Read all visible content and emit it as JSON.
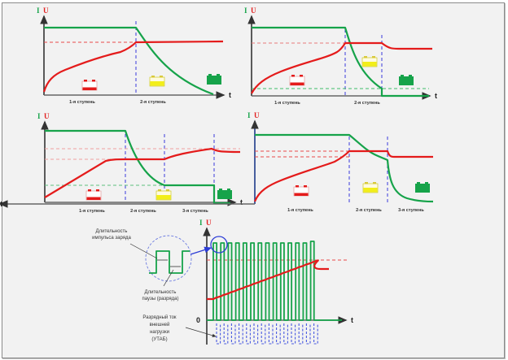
{
  "colors": {
    "current": "#16a34a",
    "voltage": "#e41b1b",
    "stage_divider": "#3b3bdc",
    "axis": "#333333",
    "battery_empty": "#e41b1b",
    "battery_half": "#f2ee1a",
    "battery_full": "#16a34a"
  },
  "axis_labels": {
    "current": "I",
    "voltage": "U",
    "time": "t",
    "zero": "0"
  },
  "chart_data": [
    {
      "type": "line",
      "title": "Two-stage charge (CC-CV)",
      "stages": [
        "1-я ступень",
        "2-я ступень"
      ],
      "series": [
        {
          "name": "I",
          "description": "constant then exponential decay"
        },
        {
          "name": "U",
          "description": "rising then constant at limit"
        }
      ],
      "batteries": [
        "empty",
        "half",
        "full"
      ]
    },
    {
      "type": "line",
      "title": "Two-stage charge with cut-off and float voltage",
      "stages": [
        "1-я ступень",
        "2-я ступень"
      ],
      "series": [
        {
          "name": "I",
          "description": "constant, decay to threshold, then cut to zero"
        },
        {
          "name": "U",
          "description": "rising, constant, drops to float"
        }
      ],
      "batteries": [
        "empty",
        "half",
        "full"
      ]
    },
    {
      "type": "line",
      "title": "Three-stage charge",
      "stages": [
        "1-я ступень",
        "2-я ступень",
        "3-я ступень"
      ],
      "series": [
        {
          "name": "I",
          "description": "constant, decay, low constant, cut off"
        },
        {
          "name": "U",
          "description": "rising, constant, rising, float"
        }
      ],
      "batteries": [
        "empty",
        "half",
        "full"
      ]
    },
    {
      "type": "line",
      "title": "Three-stage charge (IUU)",
      "stages": [
        "1-я ступень",
        "2-я ступень",
        "3-я ступень"
      ],
      "series": [
        {
          "name": "I",
          "description": "constant, slow decay, sharp decay"
        },
        {
          "name": "U",
          "description": "rising, constant high, constant float"
        }
      ],
      "batteries": [
        "empty",
        "half",
        "full"
      ]
    },
    {
      "type": "line",
      "title": "Pulse (reverse) charge",
      "pulse_count": 14,
      "series": [
        {
          "name": "I",
          "description": "charge pulses"
        },
        {
          "name": "U",
          "description": "stepwise rising then float"
        },
        {
          "name": "discharge",
          "description": "discharge pulses from external load"
        }
      ]
    }
  ],
  "annotations": {
    "pulse_duration": [
      "Длительность",
      "импульса заряда"
    ],
    "pause_duration": [
      "Длительность",
      "паузы (разряда)"
    ],
    "discharge_current": [
      "Разрядный ток",
      "внешней",
      "нагрузки",
      "(УТАБ)"
    ]
  }
}
